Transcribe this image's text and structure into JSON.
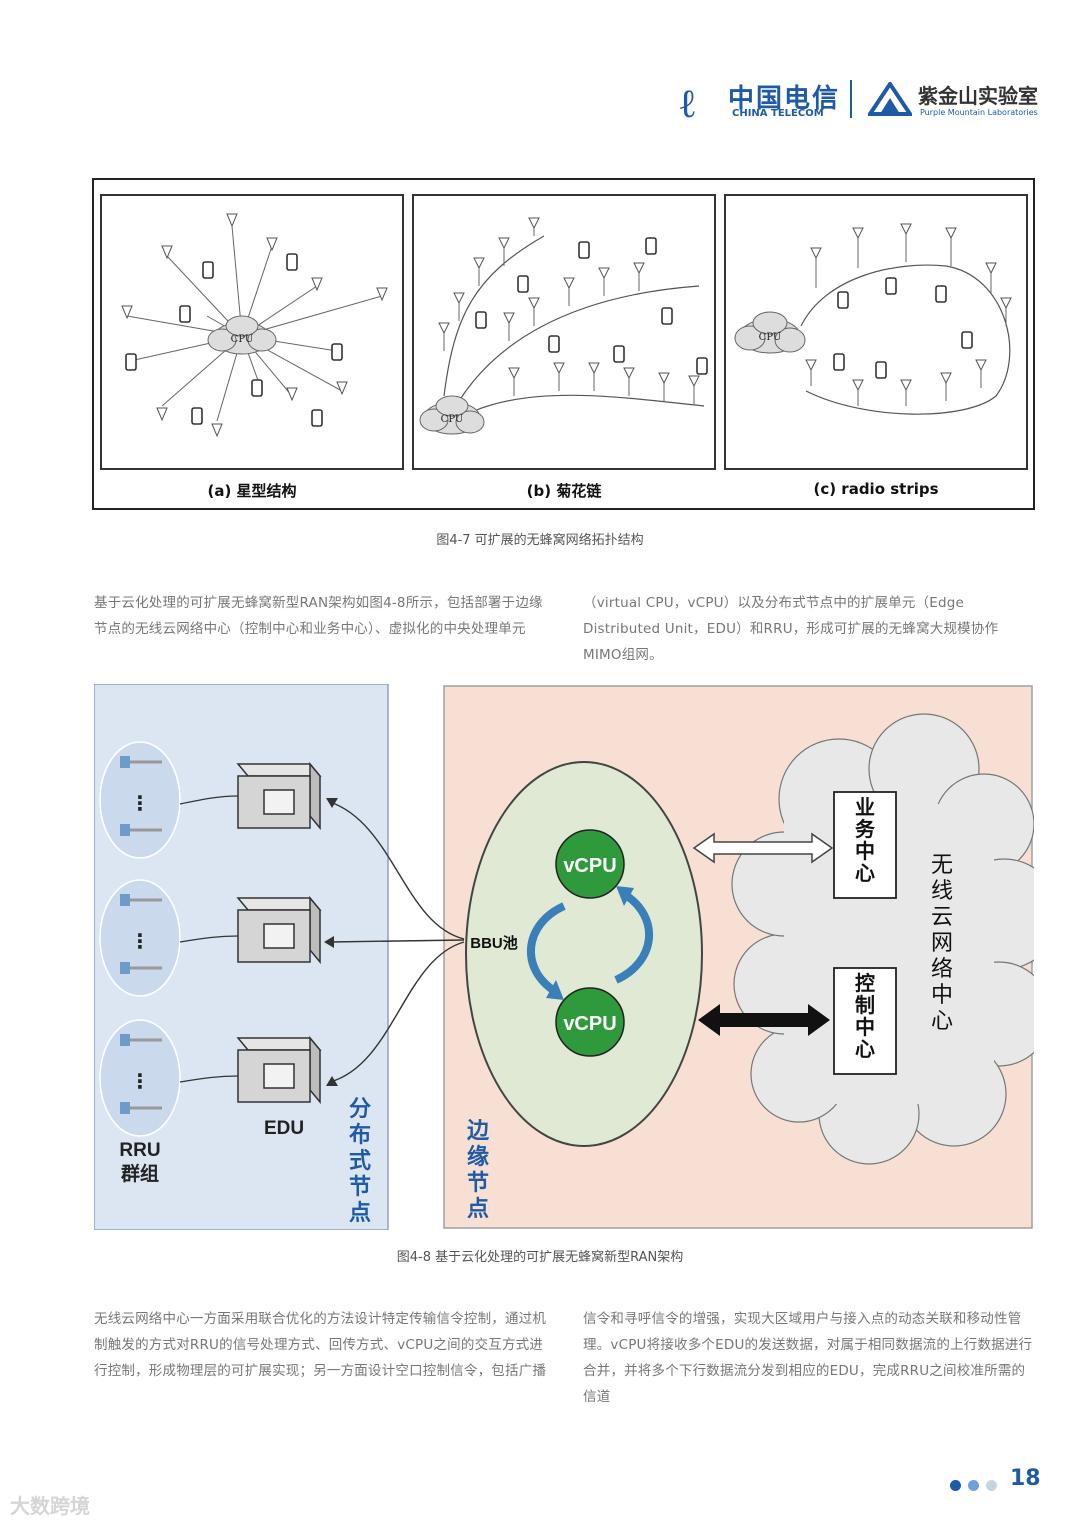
{
  "header": {
    "ct_cn": "中国电信",
    "ct_en": "CHINA TELECOM",
    "pm_cn": "紫金山实验室",
    "pm_en": "Purple Mountain Laboratories"
  },
  "figure7": {
    "caption": "图4-7 可扩展的无蜂窝网络拓扑结构",
    "panels": [
      {
        "label": "(a) 星型结构",
        "cpu": "CPU"
      },
      {
        "label": "(b) 菊花链",
        "cpu": "CPU"
      },
      {
        "label": "(c) radio strips",
        "cpu": "CPU"
      }
    ]
  },
  "para1": {
    "left": "基于云化处理的可扩展无蜂窝新型RAN架构如图4-8所示，包括部署于边缘节点的无线云网络中心（控制中心和业务中心）、虚拟化的中央处理单元",
    "right": "（virtual CPU，vCPU）以及分布式节点中的扩展单元（Edge Distributed Unit，EDU）和RRU，形成可扩展的无蜂窝大规模协作MIMO组网。"
  },
  "figure8": {
    "caption": "图4-8 基于云化处理的可扩展无蜂窝新型RAN架构",
    "rru_label_1": "RRU",
    "rru_label_2": "群组",
    "edu_label": "EDU",
    "distributed_label": "分布式节点",
    "edge_label": "边缘节点",
    "bbu_label": "BBU池",
    "vcpu_top": "vCPU",
    "vcpu_bottom": "vCPU",
    "service_center": "业务中心",
    "control_center": "控制中心",
    "cloud_center": "无线云网络中心",
    "dots": "⋮"
  },
  "para2": {
    "left": "无线云网络中心一方面采用联合优化的方法设计特定传输信令控制，通过机制触发的方式对RRU的信号处理方式、回传方式、vCPU之间的交互方式进行控制，形成物理层的可扩展实现；另一方面设计空口控制信令，包括广播",
    "right": "信令和寻呼信令的增强，实现大区域用户与接入点的动态关联和移动性管理。vCPU将接收多个EDU的发送数据，对属于相同数据流的上行数据进行合并，并将多个下行数据流分发到相应的EDU，完成RRU之间校准所需的信道"
  },
  "footer": {
    "page": "18",
    "watermark": "大数跨境"
  },
  "colors": {
    "brand_blue": "#1f5aa6",
    "distributed_bg": "#dce6f2",
    "edge_bg": "#f7e0d3",
    "bbu_bg": "#dfe9d4",
    "vcpu_green": "#2e9a3c",
    "cloud_bg": "#e8e8e8"
  }
}
